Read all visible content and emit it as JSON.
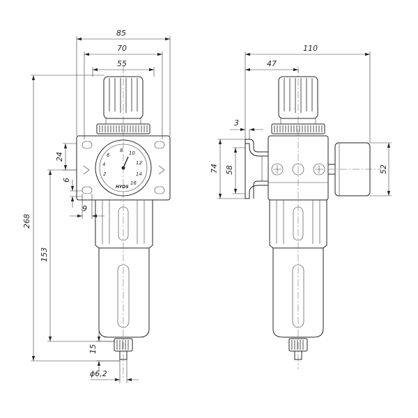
{
  "front_view": {
    "dims": {
      "width_overall": "85",
      "width_body": "70",
      "width_knob": "55",
      "height_overall": "268",
      "height_153": "153",
      "dim_24": "24",
      "dim_6": "6",
      "dim_9": "9",
      "dim_15": "15",
      "port_dia": "ϕ6,2"
    },
    "gauge": {
      "ticks": [
        "2",
        "4",
        "6",
        "8",
        "10",
        "12",
        "14",
        "16"
      ],
      "brand": "HYDS"
    }
  },
  "side_view": {
    "dims": {
      "width_overall": "110",
      "width_47": "47",
      "dim_3": "3",
      "dim_74": "74",
      "dim_58": "58",
      "gauge_dia": "52"
    }
  }
}
